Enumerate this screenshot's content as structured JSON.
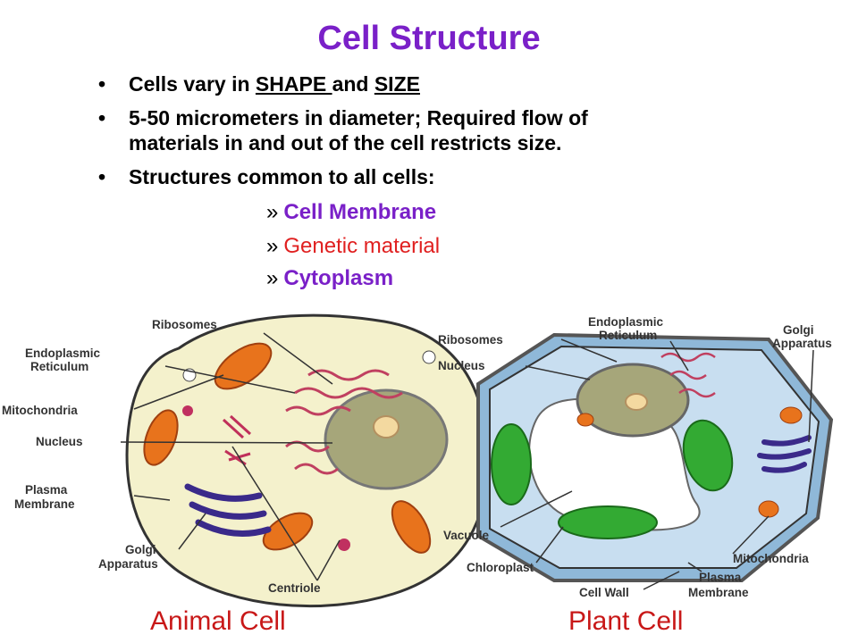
{
  "title": "Cell Structure",
  "bullets": {
    "b1": {
      "a": "Cells vary in ",
      "shape": "SHAPE ",
      "and": "and ",
      "size": "SIZE"
    },
    "b2": {
      "line1": "5-50 micrometers in diameter; Required flow of",
      "line2": "materials in and out of the cell restricts size."
    },
    "b3": "Structures common to all cells:"
  },
  "bullet_glyph": "•",
  "sub_glyph": "»",
  "subitems": {
    "membrane": "Cell Membrane",
    "genetic": "Genetic material",
    "cytoplasm": "Cytoplasm"
  },
  "colors": {
    "title": "#7a20c8",
    "membrane": "#7a20c8",
    "genetic": "#e02020",
    "cytoplasm": "#7a20c8",
    "caption": "#c81818"
  },
  "animal": {
    "ribosomes": "Ribosomes",
    "er1": "Endoplasmic",
    "er2": "Reticulum",
    "mito": "Mitochondria",
    "nucleus": "Nucleus",
    "pm1": "Plasma",
    "pm2": "Membrane",
    "golgi1": "Golgi",
    "golgi2": "Apparatus",
    "centriole": "Centriole",
    "caption": "Animal Cell"
  },
  "plant": {
    "er1": "Endoplasmic",
    "er2": "Reticulum",
    "ribosomes": "Ribosomes",
    "golgi1": "Golgi",
    "golgi2": "Apparatus",
    "nucleus": "Nucleus",
    "vacuole": "Vacuole",
    "chloroplast": "Chloroplast",
    "mito": "Mitochondria",
    "pm1": "Plasma",
    "pm2": "Membrane",
    "wall": "Cell Wall",
    "caption": "Plant Cell"
  }
}
